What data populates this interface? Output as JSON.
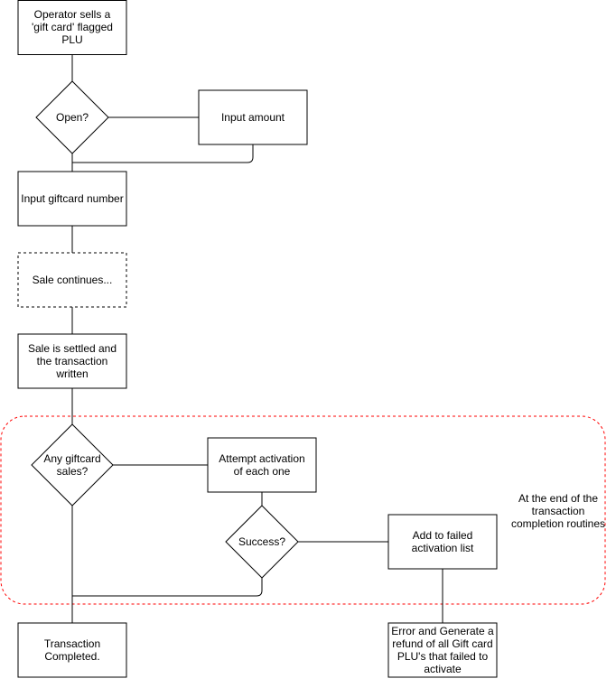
{
  "nodes": {
    "start": "Operator sells a 'gift card' flagged PLU",
    "open_decision": "Open?",
    "input_amount": "Input amount",
    "input_giftcard": "Input giftcard number",
    "sale_continues": "Sale continues...",
    "sale_settled": "Sale is settled and the transaction written",
    "any_giftcard": "Any giftcard sales?",
    "attempt_activation": "Attempt activation of each one",
    "success_decision": "Success?",
    "add_failed": "Add to failed activation list",
    "transaction_completed": "Transaction Completed.",
    "error_refund": "Error and Generate a refund of all Gift card PLU's that failed to activate"
  },
  "group_label": "At the end of the transaction completion routines",
  "colors": {
    "stroke": "#000000",
    "group_border": "#ff0000",
    "background": "#ffffff"
  }
}
